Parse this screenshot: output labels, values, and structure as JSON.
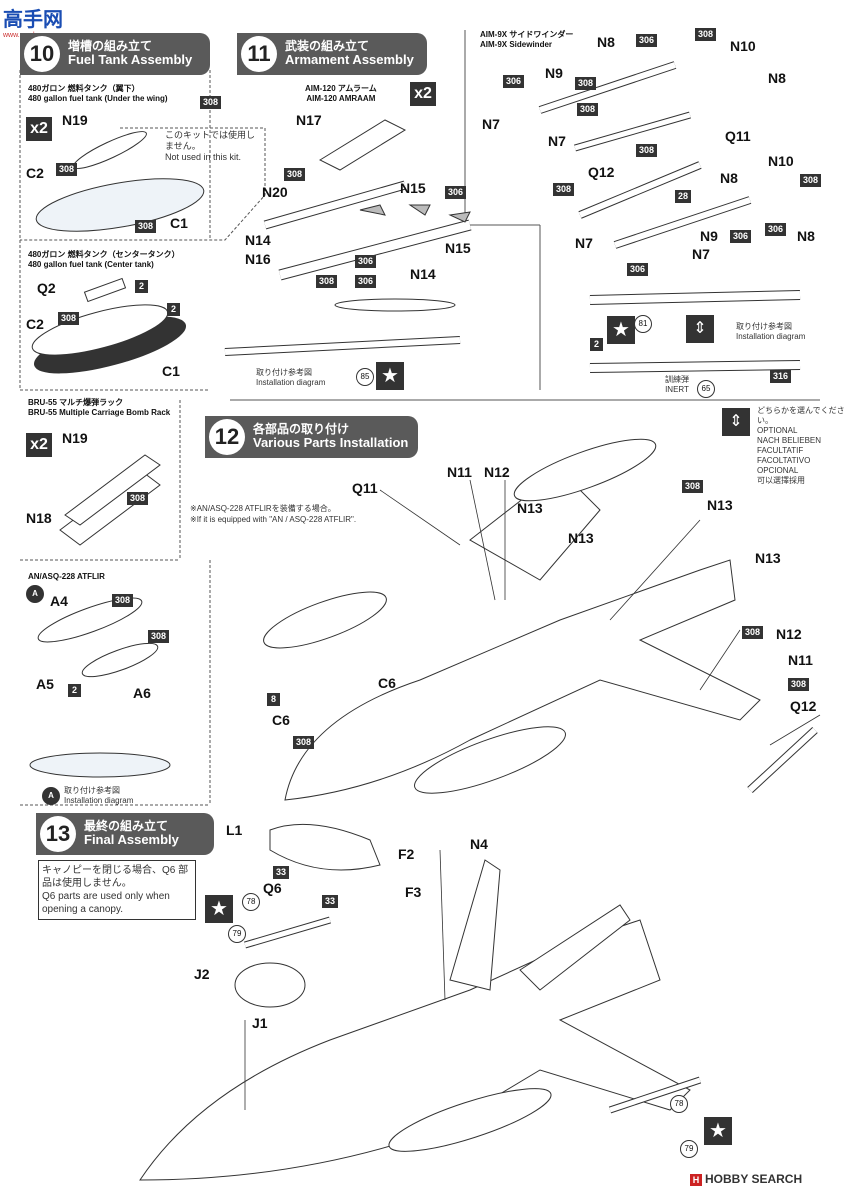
{
  "watermark_top": "高手网",
  "watermark_top_url": "www.gs-shop.com",
  "step10": {
    "num": "10",
    "jp": "増槽の組み立て",
    "en": "Fuel Tank Assembly"
  },
  "tank_wing": {
    "jp": "480ガロン 燃料タンク（翼下）",
    "en": "480 gallon fuel tank (Under the wing)",
    "qty": "x2",
    "note_jp": "このキットでは使用しません。",
    "note_en": "Not used in this kit.",
    "parts": [
      "N19",
      "C2",
      "C1"
    ],
    "sprues": [
      "308",
      "308",
      "308"
    ]
  },
  "tank_center": {
    "jp": "480ガロン 燃料タンク（センタータンク）",
    "en": "480 gallon fuel tank (Center tank)",
    "parts": [
      "Q2",
      "C2",
      "C1"
    ],
    "sprues": [
      "2",
      "308",
      "2"
    ]
  },
  "step11": {
    "num": "11",
    "jp": "武装の組み立て",
    "en": "Armament Assembly"
  },
  "amraam": {
    "jp": "AIM-120 アムラーム",
    "en": "AIM-120 AMRAAM",
    "qty": "x2",
    "parts": [
      "N17",
      "N20",
      "N15",
      "N14",
      "N16",
      "N15",
      "N14"
    ],
    "sprues": [
      "308",
      "306",
      "306",
      "308",
      "306",
      "85"
    ],
    "install_jp": "取り付け参考図",
    "install_en": "Installation diagram"
  },
  "sidewinder": {
    "jp": "AIM-9X サイドワインダー",
    "en": "AIM-9X Sidewinder",
    "parts": [
      "N8",
      "N10",
      "N8",
      "N9",
      "N7",
      "N7",
      "Q11",
      "Q12",
      "N8",
      "N10",
      "N9",
      "N7",
      "N7",
      "N8"
    ],
    "sprues": [
      "306",
      "308",
      "306",
      "308",
      "308",
      "308",
      "28",
      "308",
      "308",
      "306",
      "306",
      "81",
      "2",
      "65",
      "316"
    ],
    "install_jp": "取り付け参考図",
    "install_en": "Installation diagram",
    "inert_jp": "訓練弾",
    "inert_en": "INERT"
  },
  "optional": {
    "jp": "どちらかを選んでください。",
    "lines": [
      "OPTIONAL",
      "NACH BELIEBEN",
      "FACULTATIF",
      "FACOLTATIVO",
      "OPCIONAL",
      "可以選擇採用"
    ]
  },
  "bru55": {
    "jp": "BRU-55 マルチ爆弾ラック",
    "en": "BRU-55 Multiple Carriage Bomb Rack",
    "qty": "x2",
    "parts": [
      "N19",
      "N18"
    ],
    "sprues": [
      "308"
    ]
  },
  "step12": {
    "num": "12",
    "jp": "各部品の取り付け",
    "en": "Various Parts Installation",
    "parts": [
      "Q11",
      "N11",
      "N12",
      "N13",
      "N13",
      "N13",
      "N12",
      "N11",
      "Q12",
      "C6",
      "C6"
    ],
    "sprues": [
      "308",
      "308",
      "308",
      "308",
      "8",
      "308"
    ],
    "atflir_note_jp": "※AN/ASQ-228 ATFLIRを装備する場合。",
    "atflir_note_en": "※If it is equipped with \"AN / ASQ-228 ATFLIR\"."
  },
  "atflir": {
    "title": "AN/ASQ-228 ATFLIR",
    "step": "A",
    "parts": [
      "A4",
      "A5",
      "A6"
    ],
    "sprues": [
      "308",
      "308",
      "2"
    ],
    "install_jp": "取り付け参考図",
    "install_en": "Installation diagram"
  },
  "step13": {
    "num": "13",
    "jp": "最終の組み立て",
    "en": "Final Assembly",
    "canopy_jp": "キャノピーを閉じる場合、Q6 部品は使用しません。",
    "canopy_en": "Q6 parts are used only when opening a canopy.",
    "parts": [
      "L1",
      "F2",
      "N4",
      "Q6",
      "F3",
      "J2",
      "J1"
    ],
    "sprues": [
      "33",
      "33",
      "78",
      "79",
      "78",
      "79"
    ]
  },
  "footer": {
    "brand": "HOBBY SEARCH"
  }
}
